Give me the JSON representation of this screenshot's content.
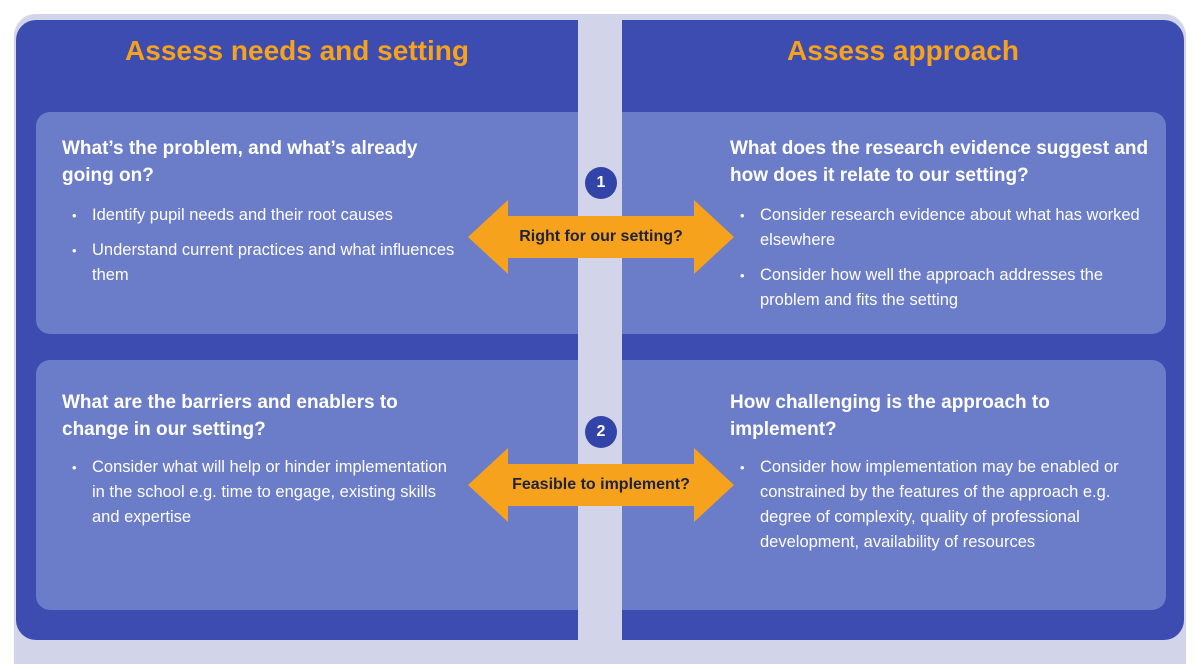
{
  "left": {
    "title": "Assess needs and setting",
    "box1": {
      "question": "What’s the problem, and what’s already going on?",
      "points": [
        "Identify pupil needs and their root causes",
        "Understand current practices and what influences them"
      ]
    },
    "box2": {
      "question": "What are the barriers and enablers to change in our setting?",
      "points": [
        "Consider what will help or hinder implementation in the school e.g. time to engage, existing skills and expertise"
      ]
    }
  },
  "right": {
    "title": "Assess approach",
    "box1": {
      "question": "What does the research evidence suggest and how does it relate to our setting?",
      "points": [
        "Consider research evidence about what has worked elsewhere",
        "Consider how well the approach addresses the problem and fits the setting"
      ]
    },
    "box2": {
      "question": "How challenging is the approach to implement?",
      "points": [
        "Consider how implementation may be enabled or constrained by the features of the approach e.g. degree of complexity, quality of professional development, availability of resources"
      ]
    }
  },
  "connectors": [
    {
      "number": "1",
      "label": "Right for our setting?"
    },
    {
      "number": "2",
      "label": "Feasible to implement?"
    }
  ],
  "colors": {
    "panel": "#3d4cb0",
    "box": "#6b7cc9",
    "heading": "#f7a21c",
    "arrow": "#f7a21c",
    "divider": "#d2d5ea",
    "number_circle": "#3344a8"
  }
}
